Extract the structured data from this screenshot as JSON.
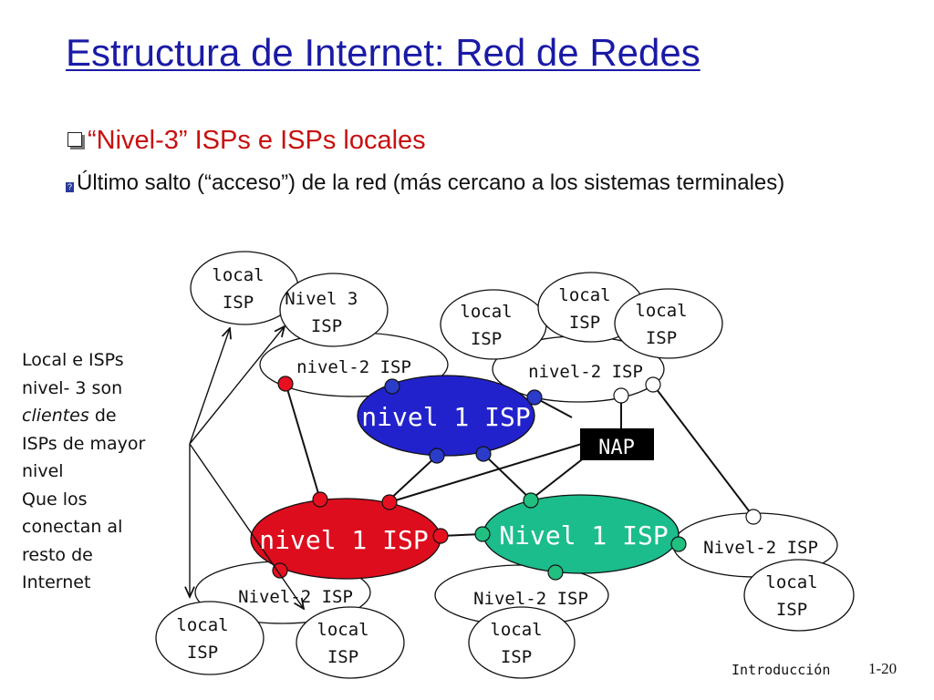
{
  "title": "Estructura de Internet: Red de Redes",
  "bullet_main": "“Nivel-3” ISPs e ISPs locales",
  "bullet_sub": "Último salto (“acceso”) de la red (más cercano a los sistemas terminales)",
  "side_note": {
    "lines": [
      "Local e ISPs",
      "nivel- 3 son",
      "de",
      "ISPs de mayor",
      "nivel",
      "Que los",
      "conectan al",
      "resto de",
      "Internet"
    ],
    "italic": "clientes"
  },
  "diagram": {
    "tier1_top": "nivel 1 ISP",
    "tier1_left": "nivel 1 ISP",
    "tier1_right": "Nivel 1 ISP",
    "nap": "NAP",
    "tier2_upper_left": "nivel-2 ISP",
    "tier2_upper_right": "nivel-2 ISP",
    "tier2_lower_left": "Nivel-2 ISP",
    "tier2_lower_mid": "Nivel-2 ISP",
    "tier2_right": "Nivel-2 ISP",
    "tier3": [
      "Nivel 3",
      "ISP"
    ],
    "local": [
      "local",
      "ISP"
    ],
    "colors": {
      "tier1_top": "#2222cc",
      "tier1_left": "#dd0d1e",
      "tier1_right": "#1bbd8c",
      "router_blue": "#2a3cc8",
      "router_red": "#e81020",
      "router_green": "#22c080",
      "nap_bg": "#000000"
    }
  },
  "footer": "Introducción",
  "page": "1-20"
}
